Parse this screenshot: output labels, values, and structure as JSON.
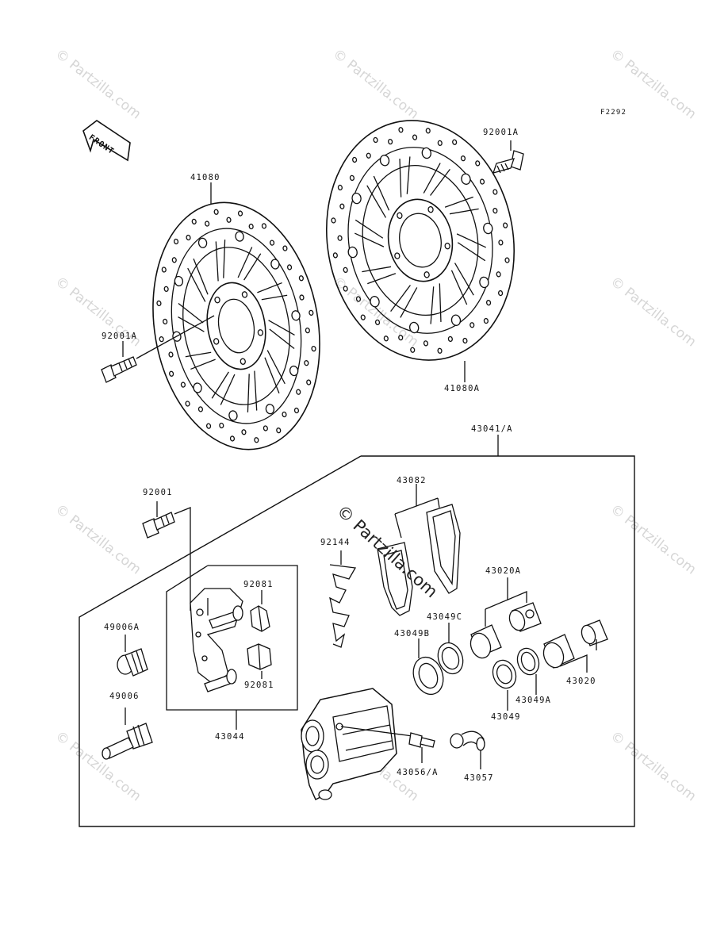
{
  "diagram": {
    "figure_code": "F2292",
    "front_label": "FRONT",
    "watermark": "© Partzilla.com",
    "center_watermark": "© Partzilla.com",
    "parts": [
      {
        "id": "92001A_top",
        "label": "92001A"
      },
      {
        "id": "41080",
        "label": "41080"
      },
      {
        "id": "92001A_left",
        "label": "92001A"
      },
      {
        "id": "41080A",
        "label": "41080A"
      },
      {
        "id": "43041",
        "label": "43041/A"
      },
      {
        "id": "92001",
        "label": "92001"
      },
      {
        "id": "43082",
        "label": "43082"
      },
      {
        "id": "92144",
        "label": "92144"
      },
      {
        "id": "92081_top",
        "label": "92081"
      },
      {
        "id": "92081_bottom",
        "label": "92081"
      },
      {
        "id": "43044",
        "label": "43044"
      },
      {
        "id": "49006A",
        "label": "49006A"
      },
      {
        "id": "49006",
        "label": "49006"
      },
      {
        "id": "43020A",
        "label": "43020A"
      },
      {
        "id": "43049C",
        "label": "43049C"
      },
      {
        "id": "43049B",
        "label": "43049B"
      },
      {
        "id": "43020",
        "label": "43020"
      },
      {
        "id": "43049A",
        "label": "43049A"
      },
      {
        "id": "43049",
        "label": "43049"
      },
      {
        "id": "43056",
        "label": "43056/A"
      },
      {
        "id": "43057",
        "label": "43057"
      }
    ]
  }
}
